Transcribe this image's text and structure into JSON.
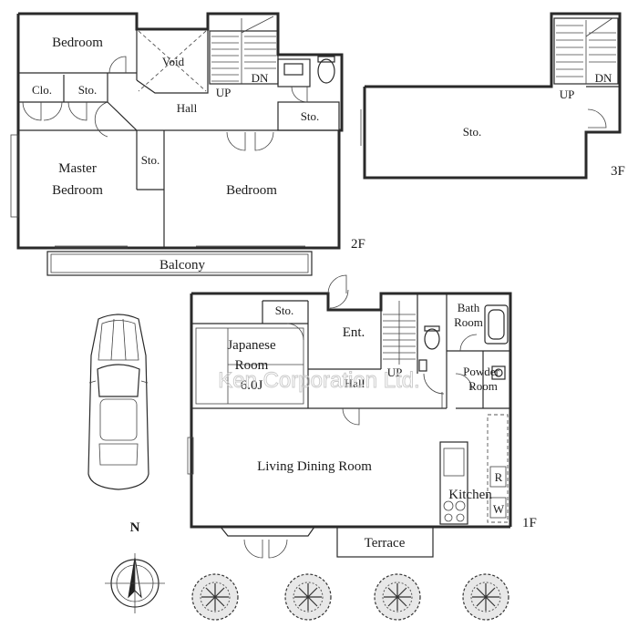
{
  "floors": {
    "f2": {
      "label": "2F",
      "rooms": {
        "bedroom_top": "Bedroom",
        "void": "Void",
        "clo": "Clo.",
        "sto_small": "Sto.",
        "hall": "Hall",
        "sto_right": "Sto.",
        "master_line1": "Master",
        "master_line2": "Bedroom",
        "sto_mid": "Sto.",
        "bedroom_main": "Bedroom",
        "balcony": "Balcony"
      },
      "stairs": {
        "up": "UP",
        "down": "DN"
      }
    },
    "f3": {
      "label": "3F",
      "rooms": {
        "sto": "Sto."
      },
      "stairs": {
        "up": "UP",
        "down": "DN"
      }
    },
    "f1": {
      "label": "1F",
      "rooms": {
        "sto": "Sto.",
        "japanese_line1": "Japanese",
        "japanese_line2": "Room",
        "japanese_line3": "6.0J",
        "ent": "Ent.",
        "hall": "Hall",
        "bath_line1": "Bath",
        "bath_line2": "Room",
        "powder_line1": "Powder",
        "powder_line2": "Room",
        "living": "Living Dining Room",
        "kitchen": "Kitchen",
        "r": "R",
        "w": "W",
        "terrace": "Terrace"
      },
      "stairs": {
        "up": "UP"
      }
    }
  },
  "compass": {
    "north": "N"
  },
  "watermark": "Ken Corporation Ltd."
}
